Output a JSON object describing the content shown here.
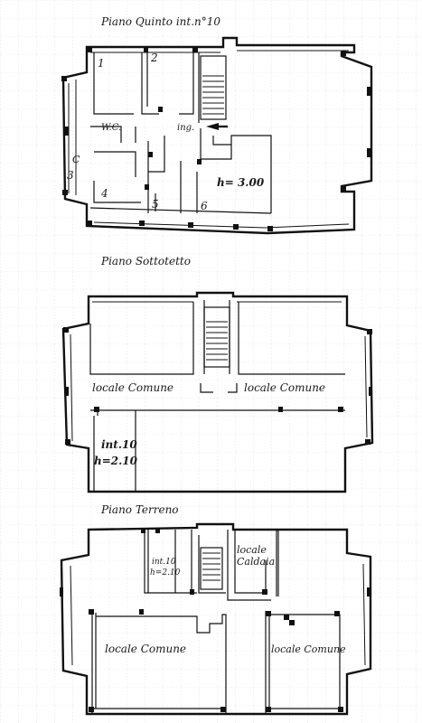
{
  "floors": {
    "quinto": {
      "title": "Piano Quinto int.n°10",
      "rooms": [
        "1",
        "2",
        "3",
        "4",
        "5",
        "6"
      ],
      "wc": "W.C.",
      "corridor": "C",
      "entrance": "ing.",
      "height": "h= 3.00"
    },
    "sottotetto": {
      "title": "Piano Sottotetto",
      "left_room": "locale Comune",
      "right_room": "locale Comune",
      "unit": "int.10",
      "height": "h=2.10"
    },
    "terreno": {
      "title": "Piano Terreno",
      "unit": "int.10",
      "unit_height": "h=2.10",
      "boiler": "locale Caldaia",
      "left_room": "locale Comune",
      "right_room": "locale Comune"
    }
  },
  "colors": {
    "line": "#111111",
    "grid": "#c8c8c8",
    "paper": "#ffffff"
  }
}
